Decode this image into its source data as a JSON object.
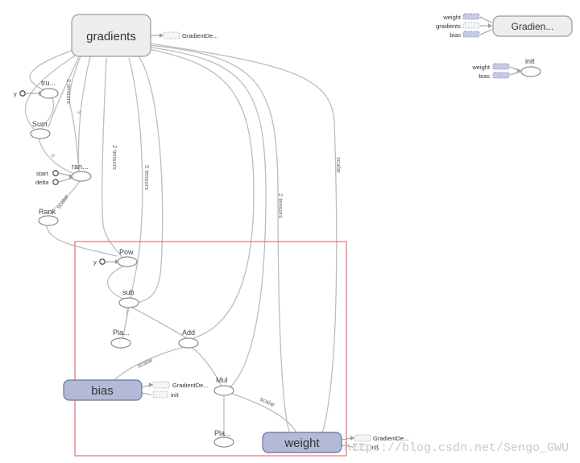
{
  "nodes": {
    "gradients": "gradients",
    "truediv": "tru...",
    "y_top": "y",
    "sum": "Sum",
    "range": "ran...",
    "start": "start",
    "delta": "delta",
    "rank": "Rank",
    "pow": "Pow",
    "y_pow": "y",
    "sub": "sub",
    "placeholder_1": "Pla...",
    "add": "Add",
    "mul": "Mul",
    "placeholder_2": "Pla...",
    "bias": "bias",
    "weight": "weight",
    "gradient_descent_main": "Gradien...",
    "init": "init"
  },
  "stubs": {
    "gradients_out": "GradientDe...",
    "bias_gd": "GradientDe...",
    "bias_init": "init",
    "weight_gd": "GradientDe...",
    "weight_init": "init",
    "legend_weight": "weight",
    "legend_gradients": "gradients",
    "legend_bias": "bias",
    "init_weight": "weight",
    "init_bias": "bias"
  },
  "edge_labels": {
    "two_tensors_a": "2 tensors",
    "question": "?",
    "c": "c",
    "scalar_rank": "scalar",
    "two_tensors_b": "2 tensors",
    "five_tensors": "5 tensors",
    "two_tensors_c": "2 tensors",
    "scalar_right": "scalar",
    "scalar_bias": "scalar",
    "scalar_mul": "scalar"
  },
  "watermark": "https://blog.csdn.net/Sengo_GWU",
  "colors": {
    "variable_fill": "#b2bad8",
    "metanode_fill": "#eeeeee",
    "selection_outline": "#e06666",
    "edge": "#bdbdbd"
  }
}
